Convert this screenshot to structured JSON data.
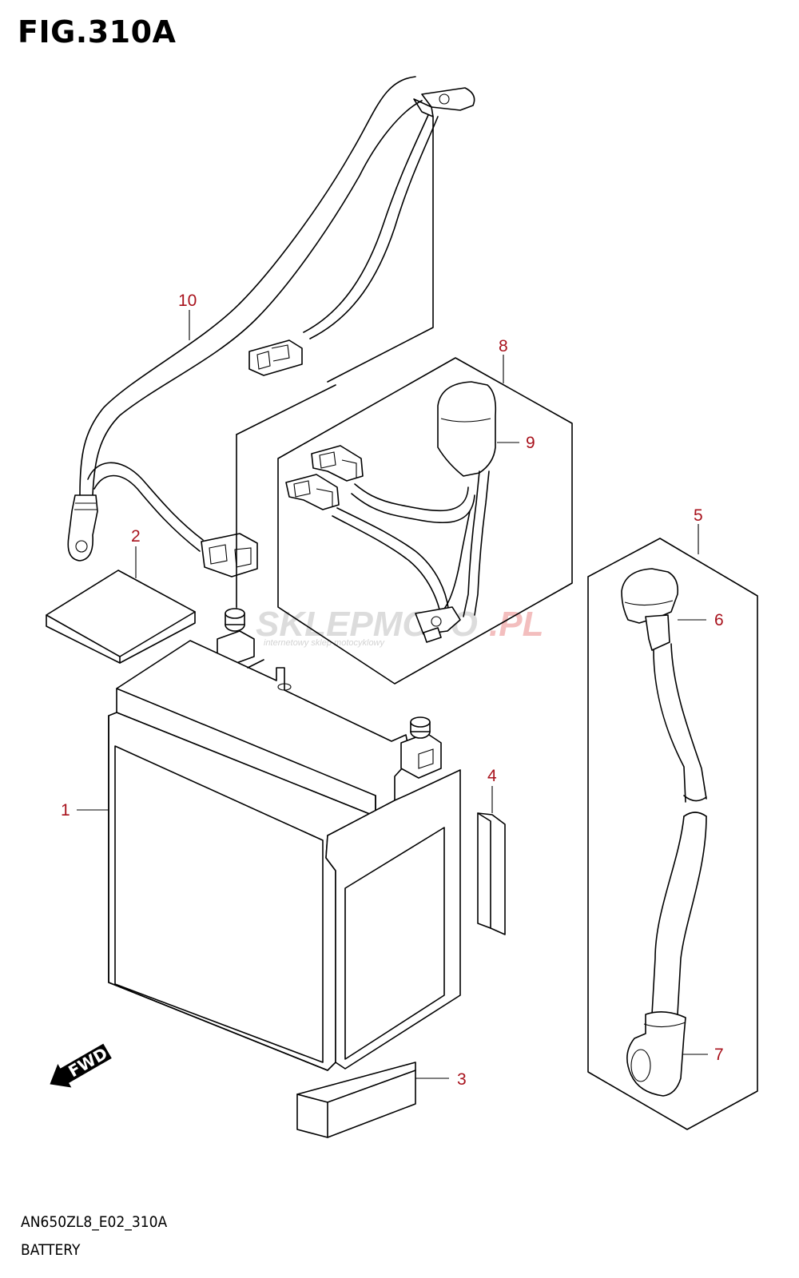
{
  "figure": {
    "title": "FIG.310A",
    "model_code": "AN650ZL8_E02_310A",
    "section_name": "BATTERY"
  },
  "direction_arrow": {
    "label": "FWD",
    "icon": "fwd-arrow-icon"
  },
  "callouts": [
    {
      "number": "1"
    },
    {
      "number": "2"
    },
    {
      "number": "3"
    },
    {
      "number": "4"
    },
    {
      "number": "5"
    },
    {
      "number": "6"
    },
    {
      "number": "7"
    },
    {
      "number": "8"
    },
    {
      "number": "9"
    },
    {
      "number": "10"
    }
  ],
  "watermark": {
    "brand": "SKLEPMOTO",
    "brand_suffix": ".PL",
    "tagline": "internetowy sklep motocyklowy"
  },
  "colors": {
    "callout": "#a8121c",
    "line": "#000000",
    "watermark_gray": "#d9d9d9",
    "watermark_red": "#f2b8b8"
  }
}
